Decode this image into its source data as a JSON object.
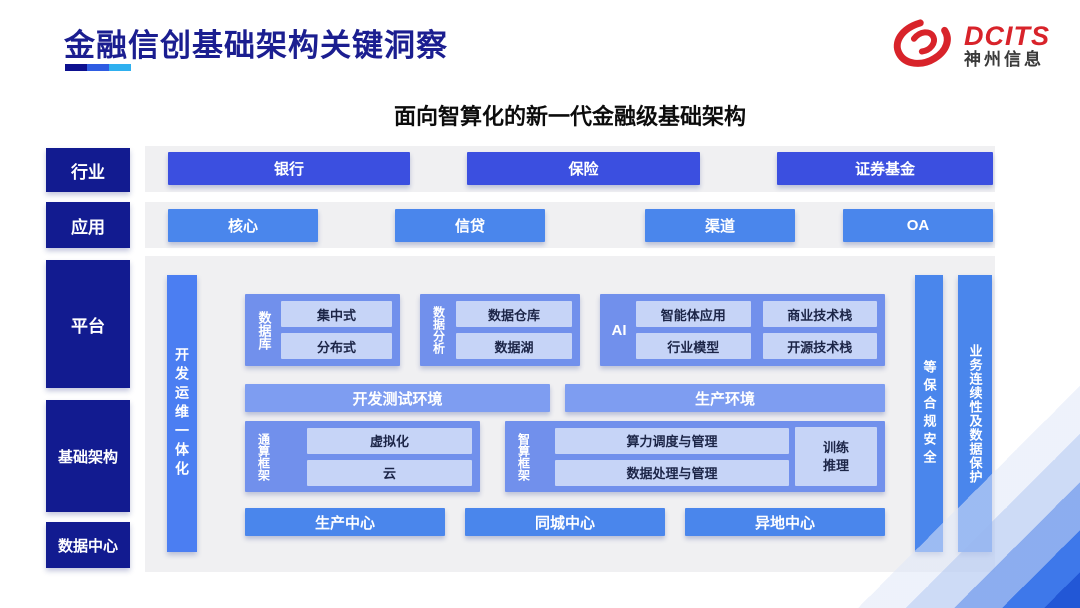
{
  "title": "金融信创基础架构关键洞察",
  "logo": {
    "brand": "DCITS",
    "company": "神州信息"
  },
  "subtitle": "面向智算化的新一代金融级基础架构",
  "side": {
    "industry": "行业",
    "application": "应用",
    "platform": "平台",
    "infrastructure": "基础架构",
    "datacenter": "数据中心"
  },
  "industry_row": {
    "items": [
      "银行",
      "保险",
      "证券基金"
    ]
  },
  "application_row": {
    "items": [
      "核心",
      "信贷",
      "渠道",
      "OA"
    ]
  },
  "platform_area": {
    "devops_bar": "开发运维一体化",
    "db_group": {
      "label": "数据库",
      "items": [
        "集中式",
        "分布式"
      ]
    },
    "analytics_group": {
      "label": "数据分析",
      "items": [
        "数据仓库",
        "数据湖"
      ]
    },
    "ai_group": {
      "label": "AI",
      "items": [
        "智能体应用",
        "商业技术栈",
        "行业模型",
        "开源技术栈"
      ]
    },
    "env_dev": "开发测试环境",
    "env_prod": "生产环境",
    "general_fw": {
      "label": "通算框架",
      "items": [
        "虚拟化",
        "云"
      ]
    },
    "ai_fw": {
      "label": "智算框架",
      "items": [
        "算力调度与管理",
        "数据处理与管理"
      ],
      "side_box": "训练\n推理"
    },
    "centers": [
      "生产中心",
      "同城中心",
      "异地中心"
    ],
    "security_bar": "等保合规安全",
    "continuity_bar": "业务连续性及数据保护"
  },
  "colors": {
    "navy": "#121b90",
    "title_navy": "#1b1e90",
    "industry_blue": "#3b4fe0",
    "app_blue": "#4a86ec",
    "devops_blue": "#4b7ef2",
    "group_periwinkle": "#7190ec",
    "env_blue": "#7e9df1",
    "light_box": "#c6d4f7",
    "panel_gray": "#f0f0f2",
    "brand_red": "#d8232a"
  }
}
